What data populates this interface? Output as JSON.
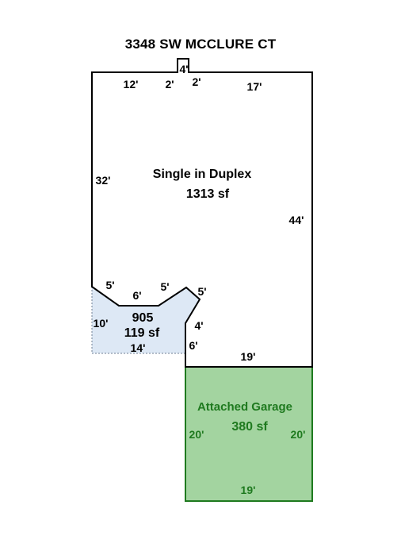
{
  "title": "3348 SW MCCLURE CT",
  "colors": {
    "outline": "#000000",
    "patio_fill": "#dde8f5",
    "patio_stroke": "#6f7f94",
    "garage_fill": "#a3d4a0",
    "garage_stroke": "#1f7a1f",
    "garage_text": "#1f7a1f"
  },
  "main_area": {
    "name": "Single in Duplex",
    "area": "1313 sf",
    "dims": {
      "top_left": "12'",
      "bump_left": "2'",
      "bump_top": "4'",
      "bump_right": "2'",
      "top_right": "17'",
      "left": "32'",
      "right": "44'",
      "notch_1": "5'",
      "notch_2": "6'",
      "notch_3": "5'",
      "notch_4": "5'",
      "notch_5": "4'",
      "notch_6": "6'",
      "bottom": "19'"
    }
  },
  "patio": {
    "code": "905",
    "area": "119 sf",
    "dims": {
      "left": "10'",
      "bottom": "14'"
    }
  },
  "garage": {
    "name": "Attached Garage",
    "area": "380 sf",
    "dims": {
      "left": "20'",
      "right": "20'",
      "bottom": "19'"
    }
  }
}
